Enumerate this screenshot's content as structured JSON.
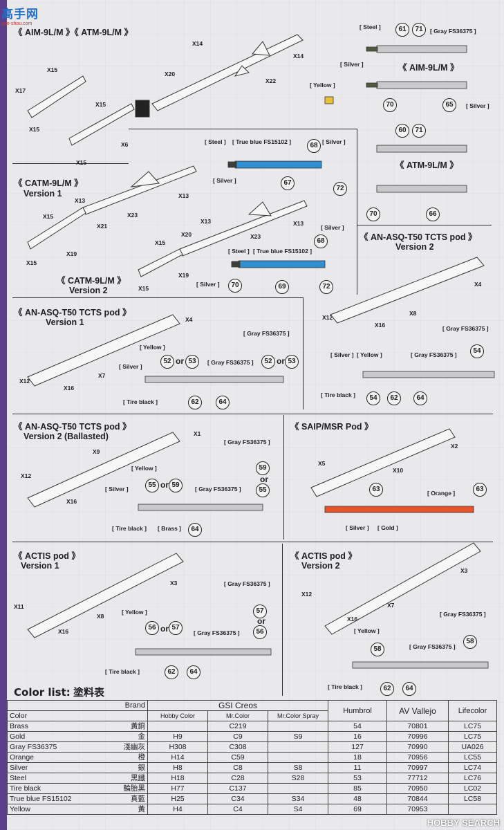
{
  "logo": {
    "text": "高手网",
    "url": "gao-shou.com"
  },
  "watermark": "HOBBY SEARCH",
  "sections": {
    "aim9": "《 AIM-9L/M 》《 ATM-9L/M 》",
    "catm_v1_a": "《 CATM-9L/M 》",
    "catm_v1_b": "Version 1",
    "catm_v2_a": "《 CATM-9L/M 》",
    "catm_v2_b": "Version 2",
    "aim_label": "《 AIM-9L/M 》",
    "atm_label": "《 ATM-9L/M 》",
    "pod_v2_a": "《 AN-ASQ-T50 TCTS pod 》",
    "pod_v2_b": "Version 2",
    "pod_v1_a": "《 AN-ASQ-T50 TCTS pod 》",
    "pod_v1_b": "Version 1",
    "pod_ballast_a": "《 AN-ASQ-T50 TCTS pod 》",
    "pod_ballast_b": "Version 2 (Ballasted)",
    "saip": "《 SAIP/MSR Pod 》",
    "actis_v1_a": "《 ACTIS pod 》",
    "actis_v1_b": "Version 1",
    "actis_v2_a": "《 ACTIS pod 》",
    "actis_v2_b": "Version 2"
  },
  "parts": {
    "x14a": "X14",
    "x14b": "X14",
    "x20a": "X20",
    "x22": "X22",
    "x15a": "X15",
    "x17": "X17",
    "x15b": "X15",
    "x15c": "X15",
    "x6": "X6",
    "x15d": "X15",
    "x13a": "X13",
    "x13b": "X13",
    "x23a": "X23",
    "x15e": "X15",
    "x21": "X21",
    "x19a": "X19",
    "x15f": "X15",
    "x20b": "X20",
    "x13c": "X13",
    "x13d": "X13",
    "x23b": "X23",
    "x15g": "X15",
    "x19b": "X19",
    "x15h": "X15",
    "x4a": "X4",
    "x8a": "X8",
    "x12a": "X12",
    "x16a": "X16",
    "x4b": "X4",
    "x7a": "X7",
    "x12b": "X12",
    "x16b": "X16",
    "x1": "X1",
    "x9": "X9",
    "x12c": "X12",
    "x16c": "X16",
    "x2": "X2",
    "x5": "X5",
    "x10": "X10",
    "x3a": "X3",
    "x8b": "X8",
    "x11": "X11",
    "x16d": "X16",
    "x3b": "X3",
    "x7b": "X7",
    "x12d": "X12",
    "x16e": "X16"
  },
  "callouts": {
    "steel1": "[ Steel ]",
    "gray1": "[ Gray FS36375 ]",
    "silver1": "[ Silver ]",
    "yellow1": "[ Yellow ]",
    "silver2": "[ Silver ]",
    "steel2": "[ Steel ]",
    "blue1": "[ True blue FS15102 ]",
    "silver3": "[ Silver ]",
    "silver4": "[ Silver ]",
    "silver5": "[ Silver ]",
    "steel3": "[ Steel ]",
    "blue2": "[ True blue FS15102 ]",
    "silver6": "[ Silver ]",
    "gray2": "[ Gray FS36375 ]",
    "gray3": "[ Gray FS36375 ]",
    "yellow2": "[ Yellow ]",
    "silver7": "[ Silver ]",
    "gray4": "[ Gray FS36375 ]",
    "tire1": "[ Tire black ]",
    "silver8": "[ Silver ]",
    "yellow3": "[ Yellow ]",
    "gray5": "[ Gray FS36375 ]",
    "tire2": "[ Tire black ]",
    "gray6": "[ Gray FS36375 ]",
    "yellow4": "[ Yellow ]",
    "silver9": "[ Silver ]",
    "gray7": "[ Gray FS36375 ]",
    "tire3": "[ Tire black ]",
    "brass": "[ Brass ]",
    "orange": "[ Orange ]",
    "silver10": "[ Silver ]",
    "gold": "[ Gold ]",
    "gray8": "[ Gray FS36375 ]",
    "yellow5": "[ Yellow ]",
    "gray9": "[ Gray FS36375 ]",
    "tire4": "[ Tire black ]",
    "gray10": "[ Gray FS36375 ]",
    "yellow6": "[ Yellow ]",
    "gray11": "[ Gray FS36375 ]",
    "tire5": "[ Tire black ]",
    "or1": "or",
    "or2": "or",
    "or3": "or",
    "or4": "or",
    "or5": "or",
    "or6": "or"
  },
  "decals": {
    "d61": "61",
    "d71a": "71",
    "d70a": "70",
    "d65": "65",
    "d68a": "68",
    "d67": "67",
    "d72a": "72",
    "d60": "60",
    "d71b": "71",
    "d70b": "70",
    "d66": "66",
    "d68b": "68",
    "d70c": "70",
    "d69": "69",
    "d72b": "72",
    "d52a": "52",
    "d53a": "53",
    "d52b": "52",
    "d53b": "53",
    "d62a": "62",
    "d64a": "64",
    "d54a": "54",
    "d54b": "54",
    "d62b": "62",
    "d64b": "64",
    "d55a": "55",
    "d59a": "59",
    "d59b": "59",
    "d55b": "55",
    "d64c": "64",
    "d63a": "63",
    "d63b": "63",
    "d56a": "56",
    "d57a": "57",
    "d57b": "57",
    "d56b": "56",
    "d62c": "62",
    "d64d": "64",
    "d58a": "58",
    "d58b": "58",
    "d62d": "62",
    "d64e": "64"
  },
  "color_list": {
    "title": "Color list:",
    "title_cn": "塗料表",
    "headers": {
      "brand": "Brand",
      "color": "Color",
      "gsi": "GSI Creos",
      "hobby": "Hobby Color",
      "mr": "Mr.Color",
      "spray": "Mr.Color Spray",
      "humbrol": "Humbrol",
      "vallejo": "AV Vallejo",
      "life": "Lifecolor"
    },
    "rows": [
      {
        "name": "Brass",
        "cn": "黃銅",
        "hobby": "",
        "mr": "C219",
        "spray": "",
        "humbrol": "54",
        "vallejo": "70801",
        "life": "LC75"
      },
      {
        "name": "Gold",
        "cn": "金",
        "hobby": "H9",
        "mr": "C9",
        "spray": "S9",
        "humbrol": "16",
        "vallejo": "70996",
        "life": "LC75"
      },
      {
        "name": "Gray  FS36375",
        "cn": "淺幽灰",
        "hobby": "H308",
        "mr": "C308",
        "spray": "",
        "humbrol": "127",
        "vallejo": "70990",
        "life": "UA026"
      },
      {
        "name": "Orange",
        "cn": "橙",
        "hobby": "H14",
        "mr": "C59",
        "spray": "",
        "humbrol": "18",
        "vallejo": "70956",
        "life": "LC55"
      },
      {
        "name": "Silver",
        "cn": "銀",
        "hobby": "H8",
        "mr": "C8",
        "spray": "S8",
        "humbrol": "11",
        "vallejo": "70997",
        "life": "LC74"
      },
      {
        "name": "Steel",
        "cn": "黑鐵",
        "hobby": "H18",
        "mr": "C28",
        "spray": "S28",
        "humbrol": "53",
        "vallejo": "77712",
        "life": "LC76"
      },
      {
        "name": "Tire  black",
        "cn": "輪胎黑",
        "hobby": "H77",
        "mr": "C137",
        "spray": "",
        "humbrol": "85",
        "vallejo": "70950",
        "life": "LC02"
      },
      {
        "name": "True blue FS15102",
        "cn": "真藍",
        "hobby": "H25",
        "mr": "C34",
        "spray": "S34",
        "humbrol": "48",
        "vallejo": "70844",
        "life": "LC58"
      },
      {
        "name": "Yellow",
        "cn": "黃",
        "hobby": "H4",
        "mr": "C4",
        "spray": "S4",
        "humbrol": "69",
        "vallejo": "70953",
        "life": ""
      }
    ]
  },
  "colors": {
    "purple": "#5b3f8c",
    "blue": "#2f8fd0",
    "orange": "#e8552b",
    "gray": "#c9c9cb",
    "steel": "#3d3d3d",
    "silver": "#bdbdbd",
    "yellow": "#e8c23b",
    "green": "#4f5a3e"
  }
}
